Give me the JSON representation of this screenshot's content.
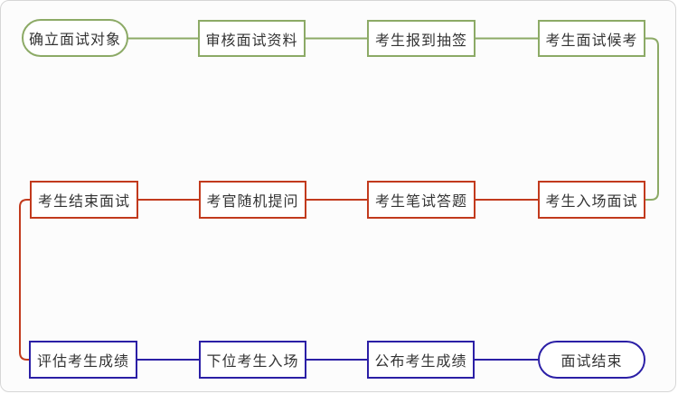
{
  "diagram": {
    "description": "Interview process flowchart, three stages read left-to-right, then right-to-left, then left-to-right",
    "colors": {
      "stage1_green": "#8caa66",
      "stage2_red": "#c23a1d",
      "stage3_blue": "#2b1fa6",
      "text": "#333333",
      "canvas_border": "#d6d6d6",
      "node_fill": "#ffffff"
    },
    "rows": [
      {
        "color": "#8caa66",
        "nodes": [
          {
            "label": "确立面试对象",
            "shape": "stadium"
          },
          {
            "label": "审核面试资料",
            "shape": "rect"
          },
          {
            "label": "考生报到抽签",
            "shape": "rect"
          },
          {
            "label": "考生面试候考",
            "shape": "rect"
          }
        ]
      },
      {
        "color": "#c23a1d",
        "nodes": [
          {
            "label": "考生结束面试",
            "shape": "rect"
          },
          {
            "label": "考官随机提问",
            "shape": "rect"
          },
          {
            "label": "考生笔试答题",
            "shape": "rect"
          },
          {
            "label": "考生入场面试",
            "shape": "rect"
          }
        ]
      },
      {
        "color": "#2b1fa6",
        "nodes": [
          {
            "label": "评估考生成绩",
            "shape": "rect"
          },
          {
            "label": "下位考生入场",
            "shape": "rect"
          },
          {
            "label": "公布考生成绩",
            "shape": "rect"
          },
          {
            "label": "面试结束",
            "shape": "stadium"
          }
        ]
      }
    ],
    "flow_order": [
      "确立面试对象",
      "审核面试资料",
      "考生报到抽签",
      "考生面试候考",
      "考生入场面试",
      "考生笔试答题",
      "考官随机提问",
      "考生结束面试",
      "评估考生成绩",
      "下位考生入场",
      "公布考生成绩",
      "面试结束"
    ]
  }
}
